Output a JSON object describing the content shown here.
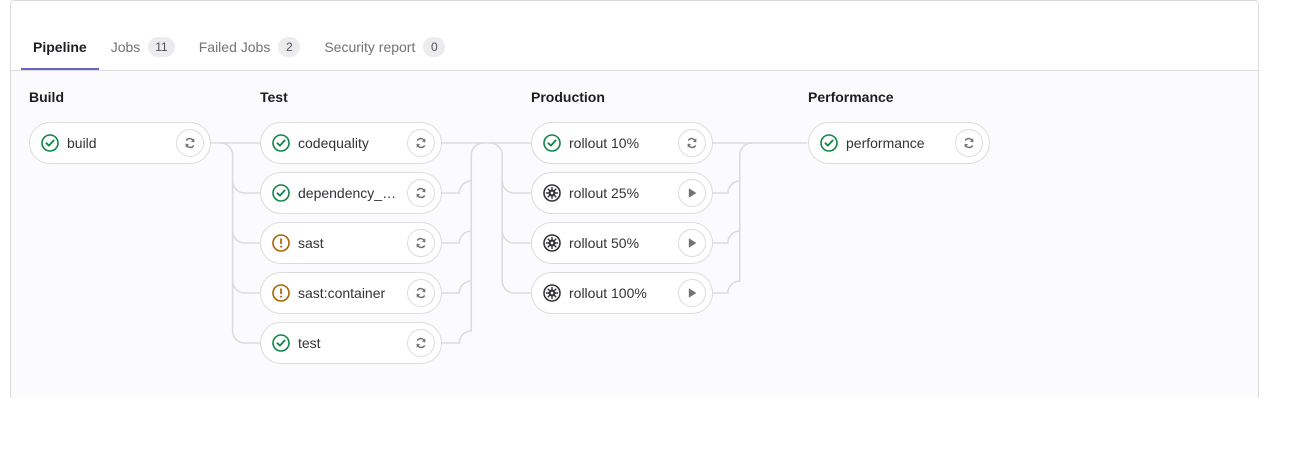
{
  "tabs": [
    {
      "label": "Pipeline",
      "badge": null,
      "active": true,
      "name": "tab-pipeline"
    },
    {
      "label": "Jobs",
      "badge": "11",
      "active": false,
      "name": "tab-jobs"
    },
    {
      "label": "Failed Jobs",
      "badge": "2",
      "active": false,
      "name": "tab-failed-jobs"
    },
    {
      "label": "Security report",
      "badge": "0",
      "active": false,
      "name": "tab-security-report"
    }
  ],
  "colors": {
    "accent": "#6666c4",
    "success": "#108548",
    "warning": "#ab6100",
    "manual": "#333238",
    "edge": "#dcdcde",
    "canvas": "#fbfafd"
  },
  "pipeline": {
    "stages": [
      {
        "title": "Build",
        "jobs": [
          {
            "name": "build",
            "status": "success",
            "action": "retry"
          }
        ]
      },
      {
        "title": "Test",
        "jobs": [
          {
            "name": "codequality",
            "status": "success",
            "action": "retry"
          },
          {
            "name": "dependency_s…",
            "status": "success",
            "action": "retry"
          },
          {
            "name": "sast",
            "status": "warning",
            "action": "retry"
          },
          {
            "name": "sast:container",
            "status": "warning",
            "action": "retry"
          },
          {
            "name": "test",
            "status": "success",
            "action": "retry"
          }
        ]
      },
      {
        "title": "Production",
        "jobs": [
          {
            "name": "rollout 10%",
            "status": "success",
            "action": "retry"
          },
          {
            "name": "rollout 25%",
            "status": "manual",
            "action": "play"
          },
          {
            "name": "rollout 50%",
            "status": "manual",
            "action": "play"
          },
          {
            "name": "rollout 100%",
            "status": "manual",
            "action": "play"
          }
        ]
      },
      {
        "title": "Performance",
        "jobs": [
          {
            "name": "performance",
            "status": "success",
            "action": "retry"
          }
        ]
      }
    ]
  }
}
